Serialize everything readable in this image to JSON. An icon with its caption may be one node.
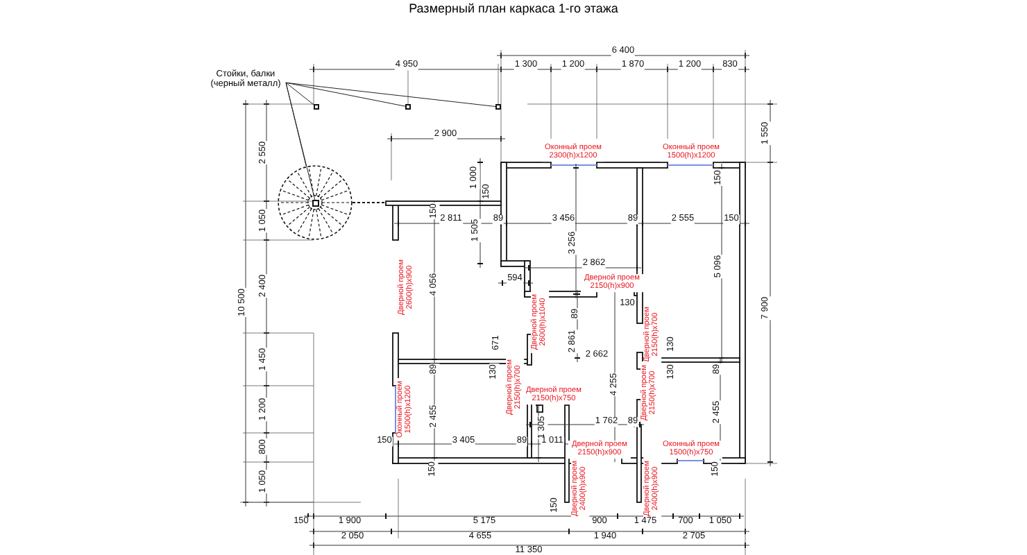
{
  "diagram": {
    "title": "Размерный план каркаса 1-го этажа",
    "nodes": [
      {
        "text": [
          "Стойки, балки (черный металл)"
        ]
      },
      {
        "text": [],
        "shape": "box"
      },
      {
        "text": [],
        "shape": "box"
      },
      {
        "text": [],
        "shape": "box"
      },
      {
        "text": [],
        "shape": "circle"
      },
      {
        "text": [],
        "shape": "box",
        "in": 4
      }
    ],
    "edges": [
      {
        "from": 0,
        "to": 1,
        "arrow": "none"
      },
      {
        "from": 0,
        "to": 2,
        "arrow": "none"
      },
      {
        "from": 0,
        "to": 3,
        "arrow": "none"
      },
      {
        "from": 0,
        "to": 5,
        "arrow": "none"
      },
      {
        "from": 0,
        "to": 4,
        "arrow": "none"
      }
    ],
    "labels": [
      "6 400",
      "4 950",
      "1 300",
      "1 200",
      "1 870",
      "1 200",
      "830",
      "2 900",
      "1 550",
      "2 550",
      "Оконный проем 2300(h)x1200",
      "Оконный проем 1500(h)x1200",
      "1 000",
      "150",
      "150",
      "1 050",
      "150",
      "2 811",
      "89",
      "3 456",
      "89",
      "2 555",
      "150",
      "1 505",
      "3 256",
      "2 862",
      "5 096",
      "Дверной проем 2600(h)x900",
      "4 056",
      "594",
      "Дверной проем 2150(h)x900",
      "2 400",
      "10 500",
      "89",
      "130",
      "7 900",
      "Дверной проем 2600(h)x1040",
      "Дверной проем 2150(h)x700",
      "671",
      "130",
      "2 861",
      "2 662",
      "1 450",
      "89",
      "130",
      "89",
      "130",
      "Дверной проем 2150(h)x700",
      "Дверной проем 2150(h)x700",
      "4 255",
      "Дверной проем 2150(h)x750",
      "Оконный проем 1500(h)x1200",
      "1 200",
      "2 455",
      "2 455",
      "1 762",
      "89",
      "1 305",
      "800",
      "150",
      "3 405",
      "89",
      "1 011",
      "Дверной проем 2150(h)x900",
      "Оконный проем 1500(h)x750",
      "150",
      "150",
      "1 050",
      "Дверной проем 2400(h)x900",
      "Дверной проем 2400(h)x900",
      "150",
      "150",
      "1 900",
      "5 175",
      "900",
      "1 475",
      "700",
      "1 050",
      "2 050",
      "4 655",
      "1 940",
      "2 705",
      "11 350"
    ]
  }
}
